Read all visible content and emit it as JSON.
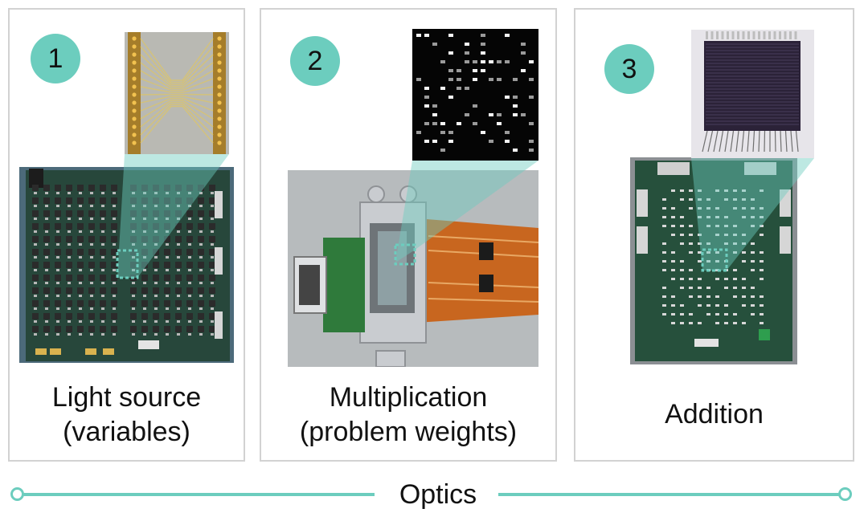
{
  "accent_color": "#6ccdbe",
  "stages": [
    {
      "number": "1",
      "caption_lines": [
        "Light source",
        "(variables)"
      ]
    },
    {
      "number": "2",
      "caption_lines": [
        "Multiplication",
        "(problem weights)"
      ]
    },
    {
      "number": "3",
      "caption_lines": [
        "Addition"
      ]
    }
  ],
  "footer": {
    "label": "Optics"
  }
}
